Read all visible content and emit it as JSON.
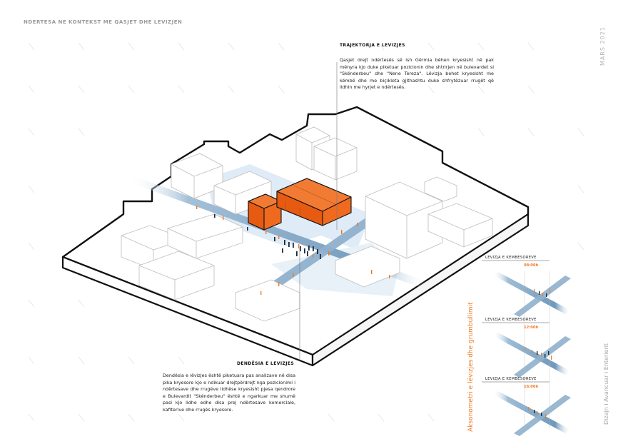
{
  "page": {
    "title": "NDERTESA NE KONTEKST ME QASJET DHE LEVIZJEN",
    "date": "MARS 2021",
    "subject": "Dizajn i Avancuar i Enterierit",
    "vertical_label": "Aksonometri e lëvizjes dhe grumbullimit"
  },
  "trajektorja": {
    "heading": "TRAJEKTORJA E LEVIZJES",
    "text": "Qasjet drejt ndërtesës së ish Gërmia bëhen kryesisht në pak mënyra kjo duke piketuar pozicionin dhe shtrirjen në bulevardet si \"Skënderbeu\" dhe \"Nene Tereza\". Lëvizja behet kryesisht me këmbë dhe me biçikleta gjithashtu duke shfrytëzuar rrugët që lidhin me hyrjet e ndërtesës."
  },
  "dendesia": {
    "heading": "DENDËSIA E LEVIZJES",
    "text": "Dendësia e lëvizjes është piketuara pas analizave në disa pika kryesore kjo e ndikuar drejtpërdrejt nga pozicionimi i ndërtesave dhe rrugëve lidhëse kryesisht pjesa qendrore e Bulevardit \"Skënderbeu\" është e ngarkuar me shumë pasi kjo lidhe edhe disa prej ndërtesave komerciale, kafiterive dhe rrugës kryesore."
  },
  "time_diagrams": [
    {
      "label": "LEVIZJA E KEMBESOREVE",
      "time": "08:00h"
    },
    {
      "label": "LEVIZJA E KEMBESOREVE",
      "time": "12:00h"
    },
    {
      "label": "LEVIZJA E KEMBESOREVE",
      "time": "16:00h"
    }
  ],
  "colors": {
    "accent": "#ef7a23",
    "street": "#7fa6c6",
    "plaza": "#dbe9f5",
    "outline": "#111111",
    "watermark": "#cfd7e0"
  }
}
